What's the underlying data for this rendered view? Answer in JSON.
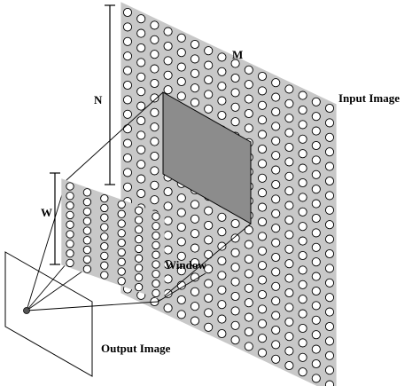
{
  "labels": {
    "m": "M",
    "n": "N",
    "w": "W",
    "input_image": "Input Image",
    "window": "Window",
    "output_image": "Output Image"
  },
  "colors": {
    "background": "#ffffff",
    "grid_fill": "#c8c8c8",
    "circle_fill": "#ffffff",
    "window_fill": "#8c8c8c",
    "line": "#000000"
  },
  "grid": {
    "input_image": {
      "rows": 20,
      "cols": 16
    },
    "window_patch": {
      "rows": 9,
      "cols": 6
    }
  }
}
